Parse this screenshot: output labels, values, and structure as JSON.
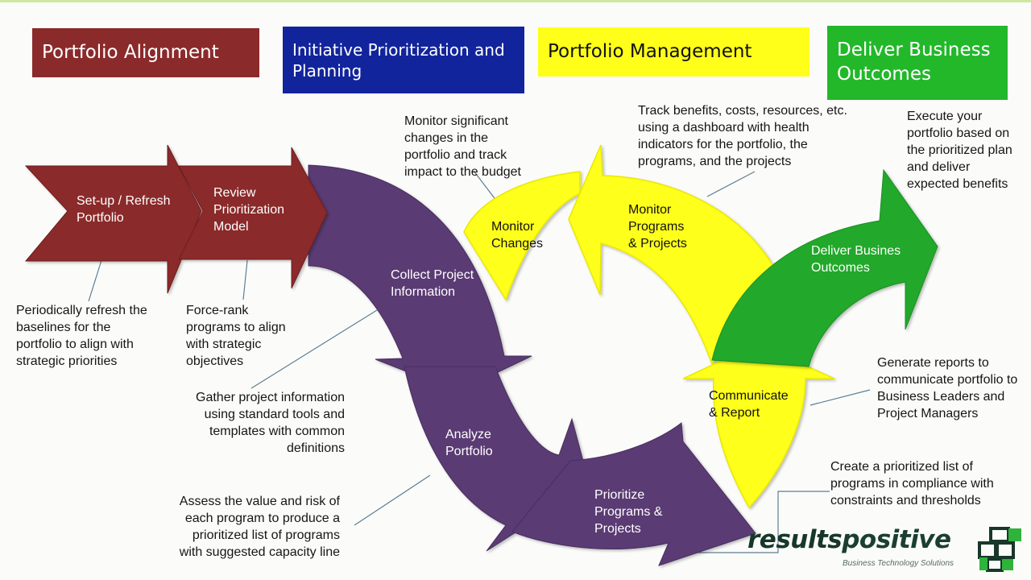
{
  "headers": {
    "portfolio_alignment": "Portfolio Alignment",
    "initiative_line1": "Initiative Prioritization and",
    "initiative_line2": "Planning",
    "portfolio_management": "Portfolio Management",
    "deliver_line1": "Deliver Business",
    "deliver_line2": "Outcomes"
  },
  "stages": {
    "setup": {
      "line1": "Set-up / Refresh",
      "line2": "Portfolio"
    },
    "review": {
      "line1": "Review",
      "line2": "Prioritization",
      "line3": "Model"
    },
    "collect": {
      "line1": "Collect Project",
      "line2": "Information"
    },
    "monitor_changes": {
      "line1": "Monitor",
      "line2": "Changes"
    },
    "monitor_programs": {
      "line1": "Monitor",
      "line2": "Programs",
      "line3": "& Projects"
    },
    "deliver": {
      "line1": "Deliver Busines",
      "line2": "Outcomes"
    },
    "analyze": {
      "line1": "Analyze",
      "line2": "Portfolio"
    },
    "prioritize": {
      "line1": "Prioritize",
      "line2": "Programs &",
      "line3": "Projects"
    },
    "communicate": {
      "line1": "Communicate",
      "line2": "& Report"
    }
  },
  "notes": {
    "refresh": [
      "Periodically refresh the",
      "baselines for the",
      "portfolio to align with",
      "strategic  priorities"
    ],
    "force_rank": [
      "Force-rank",
      "programs to align",
      "with strategic",
      "objectives"
    ],
    "gather": [
      "Gather project information",
      "using standard tools and",
      "templates with common",
      "definitions"
    ],
    "assess": [
      "Assess the value and risk of",
      "each program to produce a",
      "prioritized list of programs",
      "with suggested capacity line"
    ],
    "monitor_significant": [
      "Monitor significant",
      "changes in the",
      "portfolio and track",
      "impact to the budget"
    ],
    "track": [
      "Track benefits, costs, resources, etc.",
      "using a dashboard with health",
      "indicators for the portfolio, the",
      "programs, and the projects"
    ],
    "execute": [
      "Execute your",
      "portfolio based on",
      "the prioritized plan",
      "and deliver",
      "expected benefits"
    ],
    "generate": [
      "Generate reports to",
      "communicate portfolio to",
      "Business Leaders and",
      "Project Managers"
    ],
    "create_list": [
      "Create a prioritized list of",
      "programs in compliance with",
      "constraints and thresholds"
    ]
  },
  "logo": {
    "word_a": "results",
    "word_b": "positive",
    "tagline": "Business Technology Solutions"
  },
  "colors": {
    "maroon": "#8b2a2b",
    "navy": "#12249c",
    "yellow": "#ffff1a",
    "green": "#22b82a",
    "purple": "#5a3a73",
    "logo_green": "#17372a"
  },
  "icons": {
    "logo_mark": "results-positive-grid-icon"
  }
}
